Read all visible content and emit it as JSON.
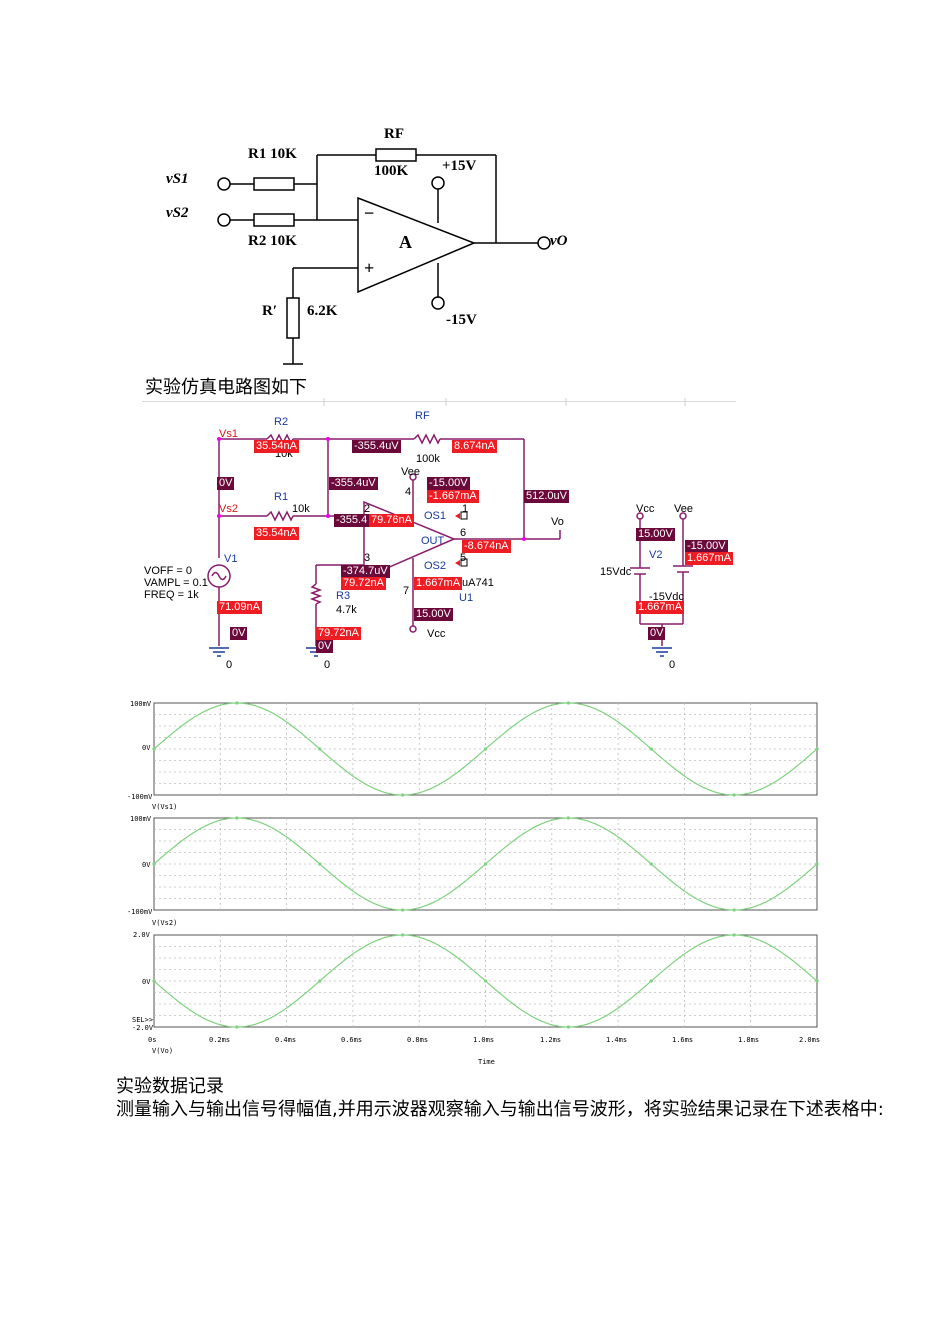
{
  "schematic": {
    "labels": {
      "vs1": "vS1",
      "vs2": "vS2",
      "r1": "R1 10K",
      "r2": "R2 10K",
      "rf": "RF",
      "rf_value": "100K",
      "vplus": "+15V",
      "vminus": "-15V",
      "amp": "A",
      "minus_sign": "−",
      "plus_sign": "+",
      "rprime": "R′",
      "rprime_value": "6.2K",
      "vo": "vO"
    }
  },
  "caption_sim": "实验仿真电路图如下",
  "simulation": {
    "labels": {
      "vs1": "Vs1",
      "vs2": "Vs2",
      "r2": "R2",
      "r2_val": "10k",
      "r1": "R1",
      "r1_val": "10k",
      "rf": "RF",
      "rf_val": "100k",
      "r3": "R3",
      "r3_val": "4.7k",
      "v1": "V1",
      "voff": "VOFF = 0",
      "vampl": "VAMPL = 0.1",
      "freq": "FREQ = 1k",
      "vee": "Vee",
      "vcc": "Vcc",
      "vo": "Vo",
      "os1": "OS1",
      "os2": "OS2",
      "out": "OUT",
      "ua741": "uA741",
      "u1": "U1",
      "pin2": "2",
      "pin3": "3",
      "pin4": "4",
      "pin7": "7",
      "pin6": "6",
      "pin1": "1",
      "pin5": "5",
      "gnd1": "0",
      "gnd2": "0",
      "gnd3": "0",
      "vcc2": "Vcc",
      "vee2": "Vee",
      "v2": "V2",
      "dc15": "15Vdc",
      "dcm15": "-15Vdc"
    },
    "probes": {
      "p1": "35.54nA",
      "p2": "-355.4uV",
      "p3": "8.674nA",
      "p4": "0V",
      "p5": "-355.4uV",
      "p6": "-15.00V",
      "p7": "-1.667mA",
      "p8": "512.0uV",
      "p9": "-355.4",
      "p10": "79.76nA",
      "p11": "35.54nA",
      "p12": "-8.674nA",
      "p13": "-374.7uV",
      "p14": "79.72nA",
      "p15": "1.667mA",
      "p16": "71.09nA",
      "p17": "0V",
      "p18": "79.72nA",
      "p19": "0V",
      "p20": "15.00V",
      "p21": "15.00V",
      "p22": "-15.00V",
      "p23": "1.667mA",
      "p24": "1.667mA",
      "p25": "0V"
    }
  },
  "plots": {
    "panels": [
      {
        "ytop": "100mV",
        "ymid": "0V",
        "ybot": "-100mV",
        "legend": "V(Vs1)"
      },
      {
        "ytop": "100mV",
        "ymid": "0V",
        "ybot": "-100mV",
        "legend": "V(Vs2)"
      },
      {
        "ytop": "2.0V",
        "ymid": "0V",
        "ybot": "-2.0V",
        "legend": "V(Vo)",
        "sel": "SEL>>"
      }
    ],
    "x_ticks": [
      "0s",
      "0.2ms",
      "0.4ms",
      "0.6ms",
      "0.8ms",
      "1.0ms",
      "1.2ms",
      "1.4ms",
      "1.6ms",
      "1.8ms",
      "2.0ms"
    ],
    "xlabel": "Time",
    "trace_color": "#7fd17f"
  },
  "chart_data": [
    {
      "type": "line",
      "title": "",
      "xlabel": "Time",
      "ylabel": "",
      "legend": "V(Vs1)",
      "x_unit": "ms",
      "xlim": [
        0,
        2.0
      ],
      "ylim": [
        -0.1,
        0.1
      ],
      "series": [
        {
          "name": "V(Vs1)",
          "amplitude": 0.1,
          "frequency_hz": 1000,
          "phase": "sine",
          "x": [
            0,
            0.25,
            0.5,
            0.75,
            1.0,
            1.25,
            1.5,
            1.75,
            2.0
          ],
          "values": [
            0,
            0.1,
            0,
            -0.1,
            0,
            0.1,
            0,
            -0.1,
            0
          ]
        }
      ]
    },
    {
      "type": "line",
      "title": "",
      "xlabel": "Time",
      "ylabel": "",
      "legend": "V(Vs2)",
      "x_unit": "ms",
      "xlim": [
        0,
        2.0
      ],
      "ylim": [
        -0.1,
        0.1
      ],
      "series": [
        {
          "name": "V(Vs2)",
          "amplitude": 0.1,
          "frequency_hz": 1000,
          "phase": "sine",
          "x": [
            0,
            0.25,
            0.5,
            0.75,
            1.0,
            1.25,
            1.5,
            1.75,
            2.0
          ],
          "values": [
            0,
            0.1,
            0,
            -0.1,
            0,
            0.1,
            0,
            -0.1,
            0
          ]
        }
      ]
    },
    {
      "type": "line",
      "title": "",
      "xlabel": "Time",
      "ylabel": "",
      "legend": "V(Vo)",
      "x_unit": "ms",
      "xlim": [
        0,
        2.0
      ],
      "ylim": [
        -2.0,
        2.0
      ],
      "series": [
        {
          "name": "V(Vo)",
          "amplitude": 2.0,
          "frequency_hz": 1000,
          "phase": "inverted sine",
          "x": [
            0,
            0.25,
            0.5,
            0.75,
            1.0,
            1.25,
            1.5,
            1.75,
            2.0
          ],
          "values": [
            0,
            -2.0,
            0,
            2.0,
            0,
            -2.0,
            0,
            2.0,
            0
          ]
        }
      ]
    }
  ],
  "section_title": "实验数据记录",
  "paragraph": "测量输入与输出信号得幅值,并用示波器观察输入与输出信号波形，将实验结果记录在下述表格中:"
}
